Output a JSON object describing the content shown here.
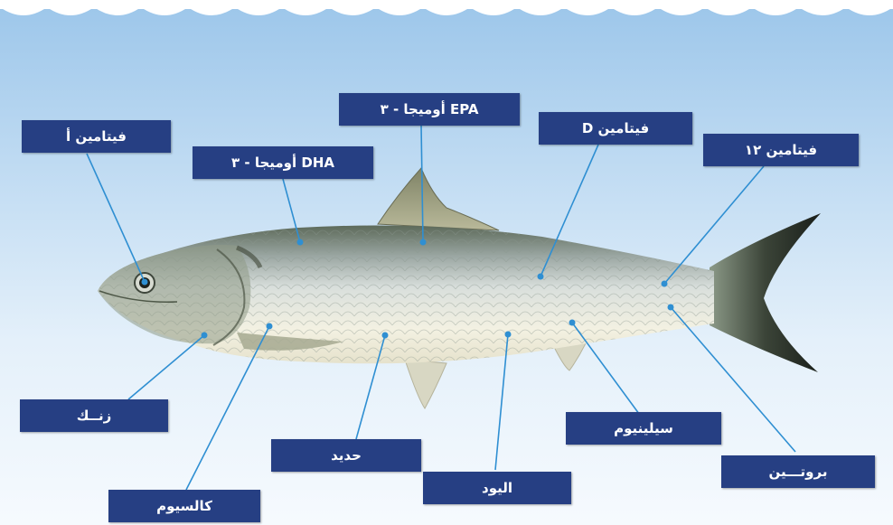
{
  "colors": {
    "label_bg": "#263f83",
    "label_text": "#ffffff",
    "leader_line": "#2f8fd2",
    "sky_top": "#9cc6ea",
    "sky_bottom": "#f6fafe"
  },
  "labels": {
    "vitamin_a": "فيتامين أ",
    "dha_omega3": "DHA  أوميجا - ٣",
    "epa_omega3": "EPA  أوميجا - ٣",
    "vitamin_d": "فيتامين D",
    "vitamin_b12": "فيتامين ١٢",
    "zinc": "زنــك",
    "calcium": "كالسيوم",
    "iron": "حديد",
    "iodine": "اليود",
    "selenium": "سيلينيوم",
    "protein": "بروتـــين"
  },
  "icons": {
    "wave_border": "wave-border-icon",
    "fish": "herring-fish-icon"
  }
}
